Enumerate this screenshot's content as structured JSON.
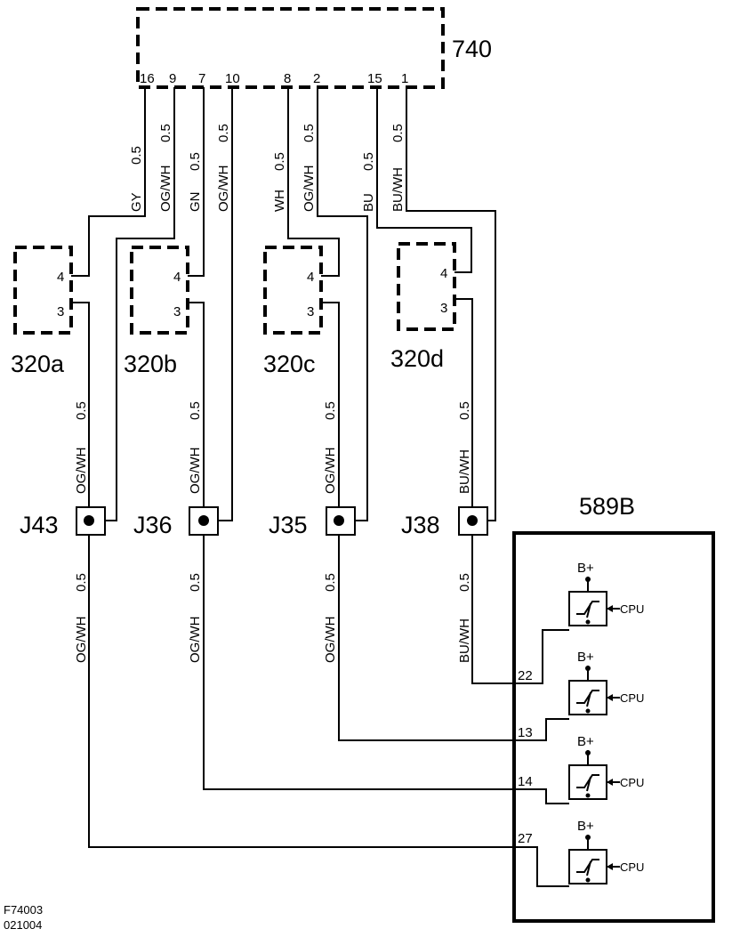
{
  "ecu": {
    "label": "740",
    "pins": [
      "16",
      "9",
      "7",
      "10",
      "8",
      "2",
      "15",
      "1"
    ]
  },
  "upper_wires": [
    {
      "color": "GY",
      "size": "0.5"
    },
    {
      "color": "OG/WH",
      "size": "0.5"
    },
    {
      "color": "GN",
      "size": "0.5"
    },
    {
      "color": "OG/WH",
      "size": "0.5"
    },
    {
      "color": "WH",
      "size": "0.5"
    },
    {
      "color": "OG/WH",
      "size": "0.5"
    },
    {
      "color": "BU",
      "size": "0.5"
    },
    {
      "color": "BU/WH",
      "size": "0.5"
    }
  ],
  "sensors": [
    {
      "label": "320a",
      "pin_a": "4",
      "pin_b": "3"
    },
    {
      "label": "320b",
      "pin_a": "4",
      "pin_b": "3"
    },
    {
      "label": "320c",
      "pin_a": "4",
      "pin_b": "3"
    },
    {
      "label": "320d",
      "pin_a": "4",
      "pin_b": "3"
    }
  ],
  "mid_wires": [
    {
      "color": "OG/WH",
      "size": "0.5"
    },
    {
      "color": "OG/WH",
      "size": "0.5"
    },
    {
      "color": "OG/WH",
      "size": "0.5"
    },
    {
      "color": "BU/WH",
      "size": "0.5"
    }
  ],
  "junctions": [
    "J43",
    "J36",
    "J35",
    "J38"
  ],
  "lower_wires": [
    {
      "color": "OG/WH",
      "size": "0.5"
    },
    {
      "color": "OG/WH",
      "size": "0.5"
    },
    {
      "color": "OG/WH",
      "size": "0.5"
    },
    {
      "color": "BU/WH",
      "size": "0.5"
    }
  ],
  "module": {
    "label": "589B",
    "pins": [
      "22",
      "13",
      "14",
      "27"
    ],
    "supply": "B+",
    "cpu": "CPU"
  },
  "footer": {
    "line1": "F74003",
    "line2": "021004"
  }
}
